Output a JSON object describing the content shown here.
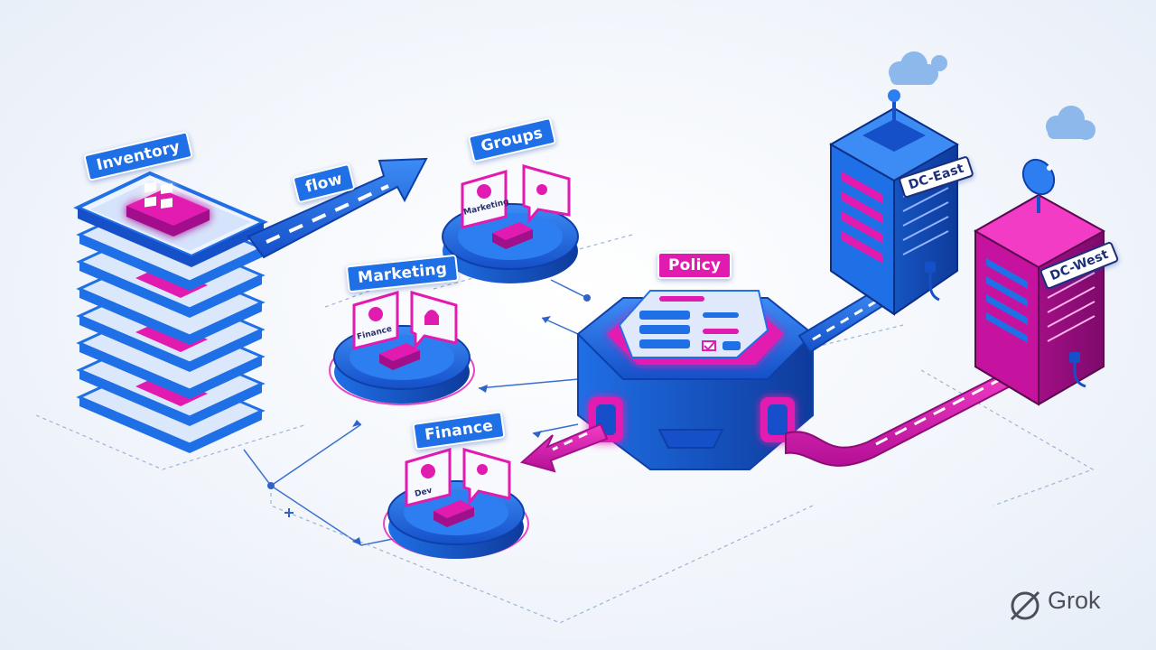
{
  "labels": {
    "inventory": "Inventory",
    "flow": "flow",
    "groups": "Groups",
    "marketing": "Marketing",
    "finance": "Finance",
    "policy": "Policy",
    "dc_east": "DC-East",
    "dc_west": "DC-West"
  },
  "card_text": {
    "groups_card": "Marketing",
    "marketing_card": "Finance",
    "finance_card": "Dev"
  },
  "watermark": "Grok",
  "colors": {
    "blue": "#1f6fe6",
    "deep_blue": "#0f3fa8",
    "magenta": "#e21bb0",
    "dark_magenta": "#a1108a",
    "background": "#eef3fa"
  }
}
